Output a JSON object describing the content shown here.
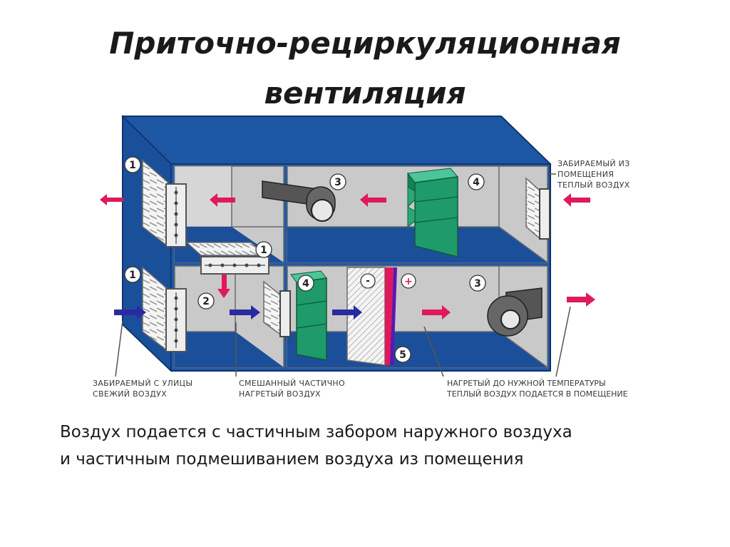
{
  "title": {
    "line1": "Приточно-рециркуляционная",
    "line2": "вентиляция"
  },
  "diagram": {
    "markers": [
      "1",
      "1",
      "1",
      "2",
      "3",
      "3",
      "4",
      "4",
      "5",
      "-",
      "+"
    ],
    "labels": {
      "intake_room": [
        "ЗАБИРАЕМЫЙ ИЗ",
        "ПОМЕЩЕНИЯ",
        "ТЕПЛЫЙ ВОЗДУХ"
      ],
      "intake_street": [
        "ЗАБИРАЕМЫЙ С УЛИЦЫ",
        "СВЕЖИЙ ВОЗДУХ"
      ],
      "mixed": [
        "СМЕШАННЫЙ ЧАСТИЧНО",
        "НАГРЕТЫЙ ВОЗДУХ"
      ],
      "heated": [
        "НАГРЕТЫЙ ДО НУЖНОЙ ТЕМПЕРАТУРЫ",
        "ТЕПЛЫЙ ВОЗДУХ ПОДАЕТСЯ В ПОМЕЩЕНИЕ"
      ]
    },
    "colors": {
      "housing_blue": "#1f5aa8",
      "floor_blue": "#1c4f9a",
      "chamber_gray": "#c9c9c9",
      "filter_green": "#1f9a6a",
      "warm_arrow": "#e0195a",
      "cold_arrow": "#2a2aa0"
    }
  },
  "body": {
    "line1": "Воздух подается с частичным забором наружного воздуха",
    "line2": "и частичным подмешиванием воздуха из помещения"
  }
}
